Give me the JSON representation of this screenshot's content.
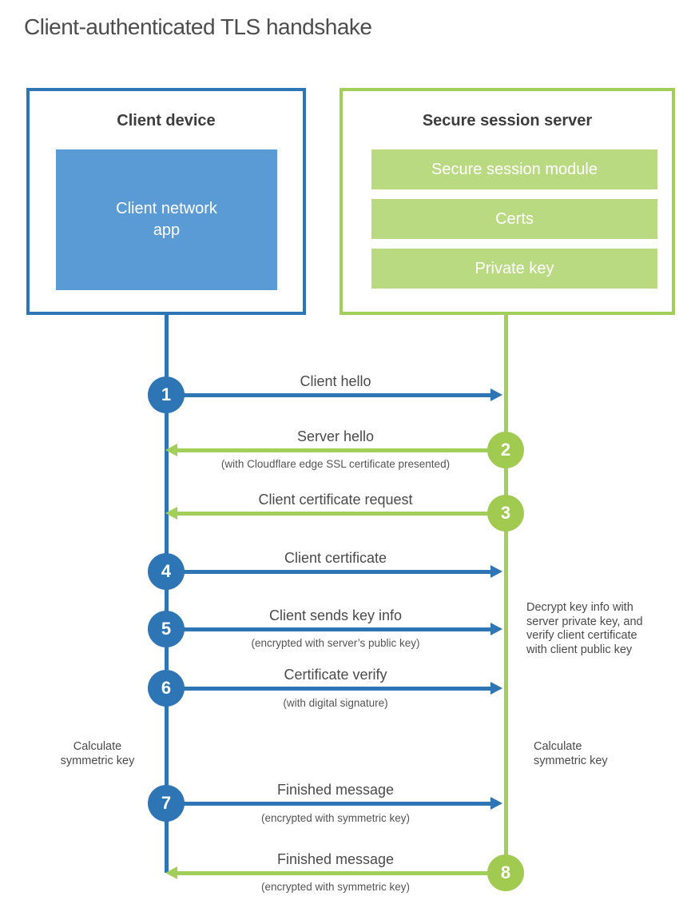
{
  "title": "Client-authenticated TLS handshake",
  "colors": {
    "blue_stroke": "#2e75b6",
    "blue_fill": "#5b9bd5",
    "green_stroke": "#a2ce5a",
    "green_fill": "#bada82",
    "heading_text": "#3d3d3d",
    "label_text": "#4a4a4a"
  },
  "client_box": {
    "title": "Client device",
    "app_label_line1": "Client network",
    "app_label_line2": "app"
  },
  "server_box": {
    "title": "Secure session server",
    "modules": [
      "Secure session module",
      "Certs",
      "Private key"
    ]
  },
  "steps": [
    {
      "num": "1",
      "from": "client",
      "to": "server",
      "direction": "right",
      "label": "Client hello",
      "sublabel": ""
    },
    {
      "num": "2",
      "from": "server",
      "to": "client",
      "direction": "left",
      "label": "Server hello",
      "sublabel": "(with Cloudflare edge SSL certificate presented)"
    },
    {
      "num": "3",
      "from": "server",
      "to": "client",
      "direction": "left",
      "label": "Client certificate request",
      "sublabel": ""
    },
    {
      "num": "4",
      "from": "client",
      "to": "server",
      "direction": "right",
      "label": "Client certificate",
      "sublabel": ""
    },
    {
      "num": "5",
      "from": "client",
      "to": "server",
      "direction": "right",
      "label": "Client sends key info",
      "sublabel": "(encrypted with server’s public key)"
    },
    {
      "num": "6",
      "from": "client",
      "to": "server",
      "direction": "right",
      "label": "Certificate verify",
      "sublabel": "(with digital signature)"
    },
    {
      "num": "7",
      "from": "client",
      "to": "server",
      "direction": "right",
      "label": "Finished message",
      "sublabel": "(encrypted with symmetric key)"
    },
    {
      "num": "8",
      "from": "server",
      "to": "client",
      "direction": "left",
      "label": "Finished message",
      "sublabel": "(encrypted with symmetric key)"
    }
  ],
  "annotations": {
    "server_note": "Decrypt key info with server private key, and verify client certificate with client public key",
    "client_calc": "Calculate symmetric key",
    "server_calc": "Calculate symmetric key"
  }
}
